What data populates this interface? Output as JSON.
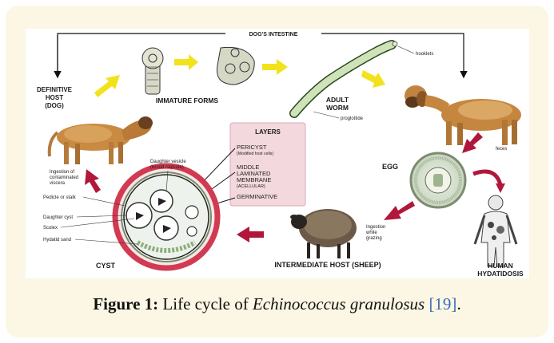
{
  "diagram": {
    "labels": {
      "dogs_intestine": "DOG'S INTESTINE",
      "definitive_host_1": "DEFINITIVE",
      "definitive_host_2": "HOST",
      "definitive_host_3": "(DOG)",
      "immature_forms": "IMMATURE FORMS",
      "adult_worm_1": "ADULT",
      "adult_worm_2": "WORM",
      "hooklets": "hooklets",
      "proglottide": "proglottide",
      "feces": "feces",
      "egg": "EGG",
      "ingestion_grazing_1": "Ingestion",
      "ingestion_grazing_2": "while",
      "ingestion_grazing_3": "grazing",
      "human_1": "HUMAN",
      "human_2": "HYDATIDOSIS",
      "intermediate_host": "INTERMEDIATE HOST (SHEEP)",
      "cyst": "CYST",
      "ingestion_viscera_1": "Ingestion of",
      "ingestion_viscera_2": "contaminated",
      "ingestion_viscera_3": "viscera",
      "daughter_vesicle_1": "Daughter vesicle",
      "daughter_vesicle_2": "(brood capsule)",
      "pedicle": "Pedicle or stalk",
      "daughter_cyst": "Daughter cyst",
      "scolex": "Scolex",
      "hydatid_sand": "Hydatid sand"
    },
    "layers": {
      "title": "LAYERS",
      "pericyst": "PERICYST",
      "pericyst_note": "(Modified host cells)",
      "middle_1": "MIDDLE",
      "middle_2": "LAMINATED",
      "middle_3": "MEMBRANE",
      "middle_note": "(ACELLULAR)",
      "germinative": "GERMINATIVE"
    },
    "colors": {
      "arrow_yellow": "#f2e21c",
      "arrow_red": "#b0173a",
      "layers_box": "#f3d8de",
      "cyst_ring": "#d23a52"
    }
  },
  "caption": {
    "label": "Figure 1:",
    "text": " Life cycle of ",
    "species": "Echinococcus granulosus",
    "reference": "[19]",
    "end": "."
  }
}
